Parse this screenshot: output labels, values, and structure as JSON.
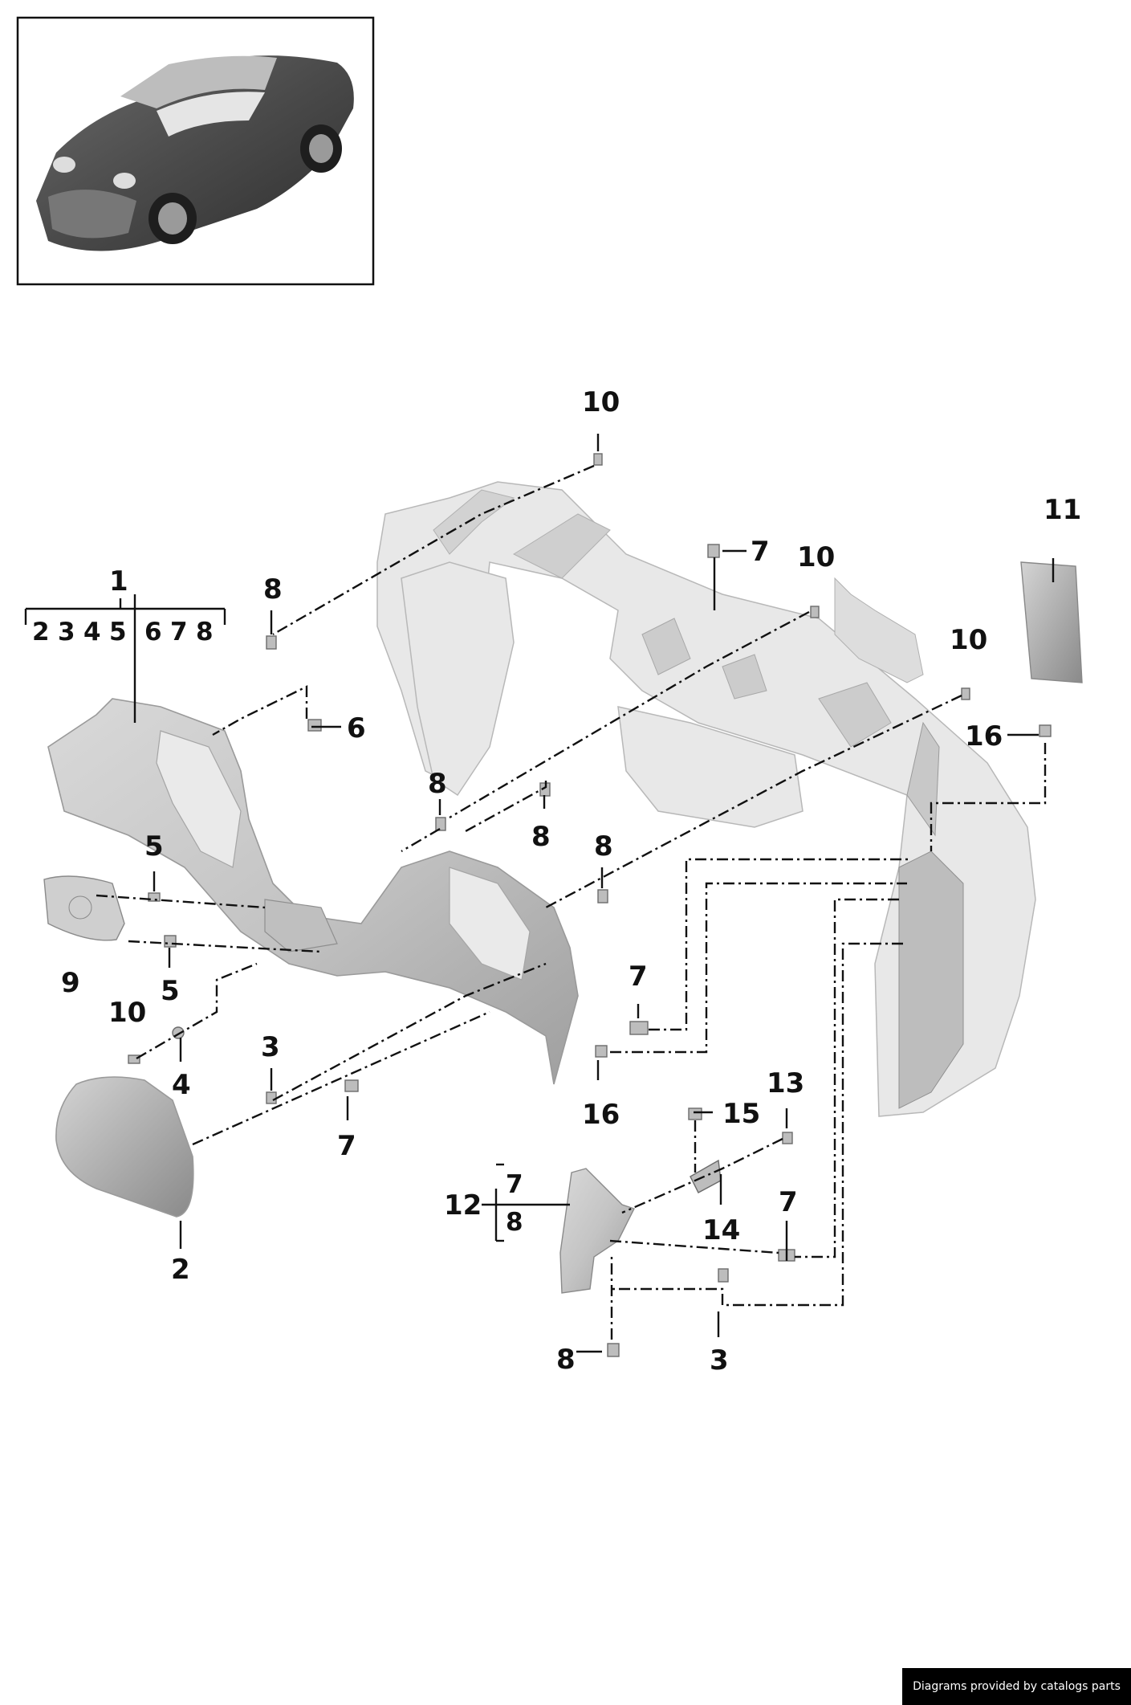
{
  "callouts": {
    "c1": "1",
    "c2": "2",
    "c3a": "3",
    "c3b": "3",
    "c4": "4",
    "c5a": "5",
    "c5b": "5",
    "c6": "6",
    "c7a": "7",
    "c7b": "7",
    "c7c": "7",
    "c7d": "7",
    "c8a": "8",
    "c8b": "8",
    "c8c": "8",
    "c8d": "8",
    "c8e": "8",
    "c9": "9",
    "c10a": "10",
    "c10b": "10",
    "c10c": "10",
    "c10d": "10",
    "c11": "11",
    "c12": "12",
    "c13": "13",
    "c14": "14",
    "c15": "15",
    "c16a": "16",
    "c16b": "16"
  },
  "group1_subparts": [
    "2",
    "3",
    "4",
    "5",
    "6",
    "7",
    "8"
  ],
  "group12_subparts": [
    "7",
    "8"
  ],
  "footer": {
    "credit": "Diagrams provided by catalogs parts"
  }
}
